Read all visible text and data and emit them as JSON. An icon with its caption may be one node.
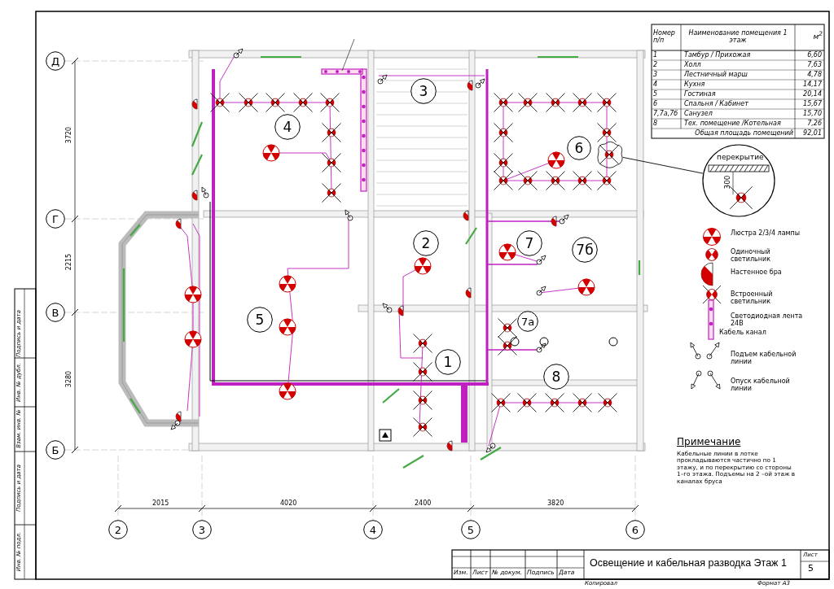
{
  "diagram": {
    "title": "Освещение и кабельная разводка Этаж 1",
    "nodes": [
      {
        "text": [
          "Д"
        ]
      },
      {
        "text": [
          "Г"
        ]
      },
      {
        "text": [
          "В"
        ]
      },
      {
        "text": [
          "Б"
        ]
      },
      {
        "text": [
          "2"
        ]
      },
      {
        "text": [
          "3"
        ]
      },
      {
        "text": [
          "4"
        ]
      },
      {
        "text": [
          "5"
        ]
      },
      {
        "text": [
          "6"
        ]
      },
      {
        "text": [
          "3"
        ]
      },
      {
        "text": [
          "4"
        ]
      },
      {
        "text": [
          "6"
        ]
      },
      {
        "text": [
          "2"
        ]
      },
      {
        "text": [
          "7"
        ]
      },
      {
        "text": [
          "7б"
        ]
      },
      {
        "text": [
          "5"
        ]
      },
      {
        "text": [
          "7а"
        ]
      },
      {
        "text": [
          "1"
        ]
      },
      {
        "text": [
          "8"
        ]
      },
      {
        "text": [
          "перекрытие",
          "300"
        ]
      },
      {
        "text": [],
        "shape": "cloud"
      }
    ],
    "edges": [
      {
        "from": 20,
        "to": 19,
        "arrow": "none"
      }
    ],
    "labels": [
      "3720",
      "2215",
      "3280",
      "Подпись и дата",
      "Инв. № дубл.",
      "Взам. инв. №",
      "Подпись и дата",
      "Инв. № подл.",
      "Номер п/п",
      "Наименование помещения 1 этаж",
      "м$^{2}$",
      "1",
      "Тамбур / Прихожая",
      "6,60",
      "2",
      "Холл",
      "7,63",
      "3",
      "Лестничный марш",
      "4,78",
      "4",
      "Кухня",
      "14,17",
      "5",
      "Гостиная",
      "20,14",
      "6",
      "Спальня / Кабинет",
      "15,67",
      "7,7а,7б",
      "Санузел",
      "15,70",
      "8",
      "Тех. помещение /Котельная",
      "7,26",
      "Общая площадь помещений",
      "92,01",
      "Примечание",
      "Кабельные линии в лотке прокладываются частично по 1 этажу, и по перекрытию со стороны 1–го этажа. Подъемы на 2 –ой этаж в каналах бруса",
      "2015",
      "4020",
      "2400",
      "3820",
      "Изм.",
      "Лист",
      "№ докум.",
      "Подпись",
      "Дата",
      "Лист",
      "5",
      "Копировал",
      "Формат А3"
    ],
    "legend": [
      {
        "text": "Люстра 2/3/4 лампы"
      },
      {
        "text": "Одиночный светильник"
      },
      {
        "text": "Настенное бра"
      },
      {
        "text": "Встроенный светильник"
      },
      {
        "text": "Светодиодная лента 24В"
      },
      {
        "text": "Кабель канал"
      },
      {
        "text": "Подъем кабельной линии"
      },
      {
        "text": "Опуск кабельной линии"
      }
    ]
  }
}
